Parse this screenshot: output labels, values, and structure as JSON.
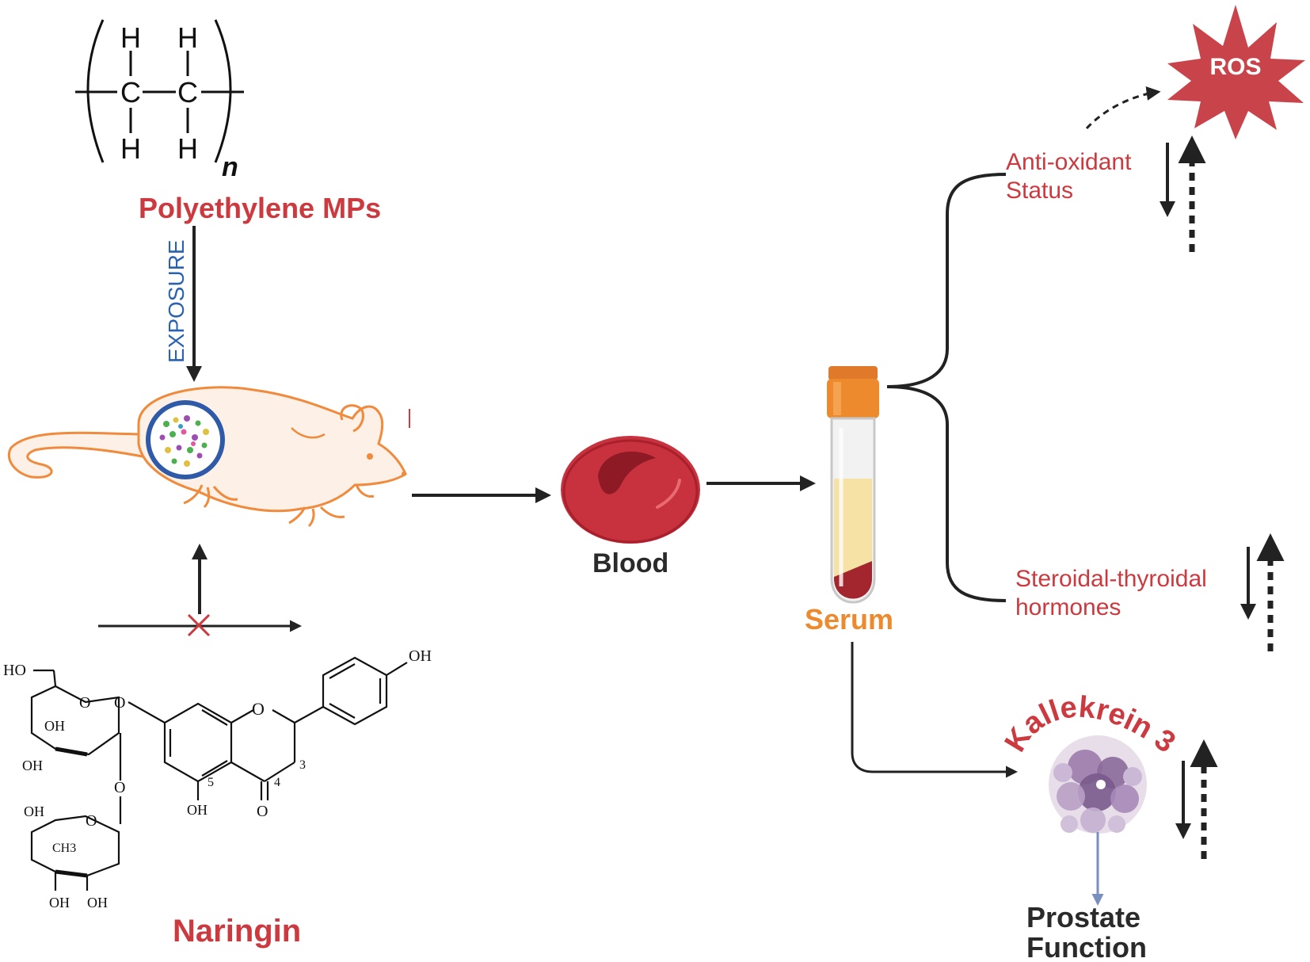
{
  "labels": {
    "polymer": "Polyethylene MPs",
    "exposure": "EXPOSURE",
    "naringin": "Naringin",
    "blood": "Blood",
    "serum": "Serum",
    "ros": "ROS",
    "antioxidant_line1": "Anti-oxidant",
    "antioxidant_line2": "Status",
    "steroidal_line1": "Steroidal-thyroidal",
    "steroidal_line2": "hormones",
    "kallekrein": "Kallekrein 3",
    "prostate_line1": "Prostate",
    "prostate_line2": "Function"
  },
  "polyethylene_structure": {
    "atom_h": "H",
    "atom_c": "C",
    "repeat": "n"
  },
  "naringin_structure": {
    "ho": "HO",
    "oh": "OH",
    "o": "O",
    "ch3": "CH3",
    "n3": "3",
    "n4": "4",
    "n5": "5"
  },
  "colors": {
    "label_red": "#cc3a3f",
    "exposure_blue": "#2a62b0",
    "serum_orange": "#ee8a2e",
    "rat_outline": "#f08a3c",
    "rat_fill": "#fdf0e6",
    "blood_red": "#c8323e",
    "ros_star": "#c9444a",
    "kallekrein_protein": "#8a6a9a",
    "prostate_arrow": "#7a8fbf"
  }
}
